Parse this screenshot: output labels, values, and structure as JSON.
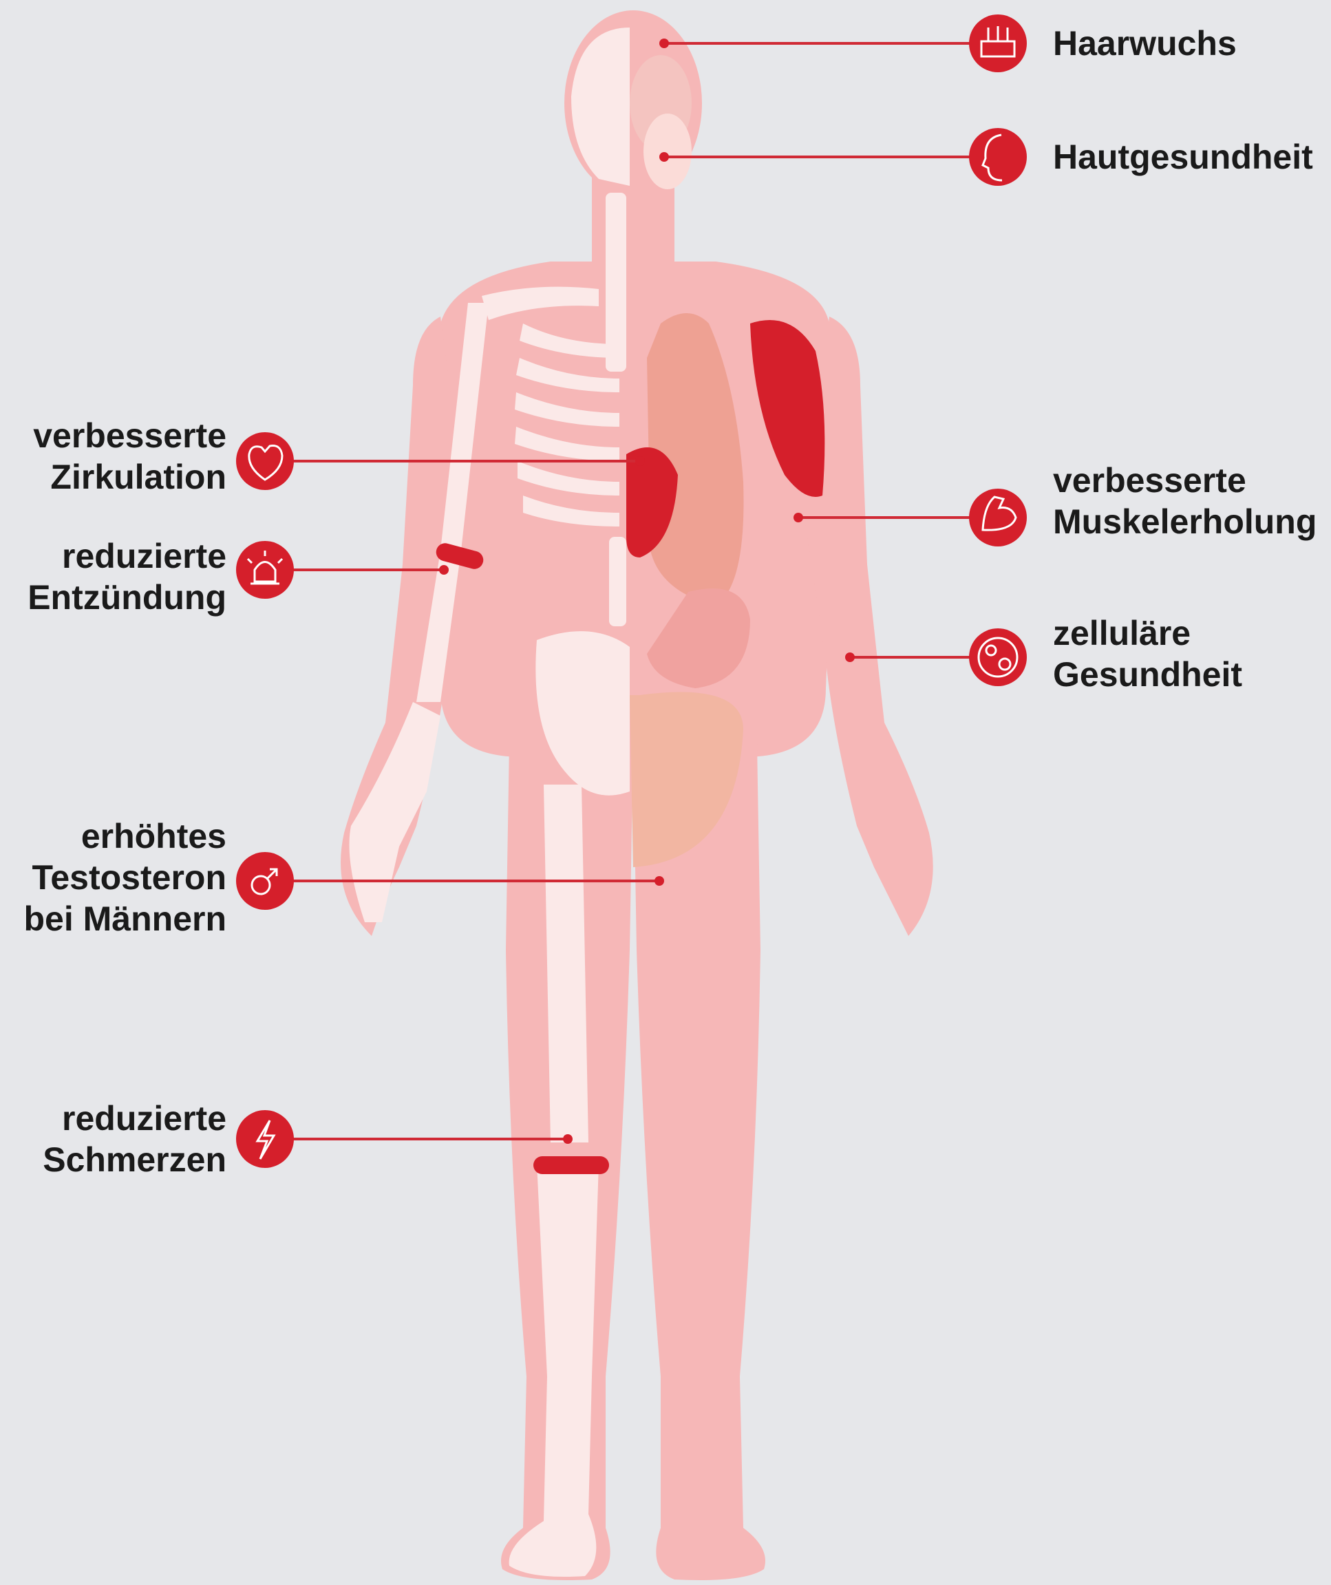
{
  "colors": {
    "background": "#e6e7ea",
    "body_skin": "#f6b7b7",
    "bone": "#fbe9e8",
    "accent_red": "#d51f2b",
    "organ": "#eea193",
    "text": "#1a1a1a"
  },
  "callouts": [
    {
      "id": "haarwuchs",
      "side": "right",
      "lines": [
        "Haarwuchs"
      ],
      "icon": "hair-follicle-icon"
    },
    {
      "id": "hautgesundheit",
      "side": "right",
      "lines": [
        "Hautgesundheit"
      ],
      "icon": "face-profile-icon"
    },
    {
      "id": "muskelerholung",
      "side": "right",
      "lines": [
        "verbesserte",
        "Muskelerholung"
      ],
      "icon": "flexed-arm-icon"
    },
    {
      "id": "zellulaere-gesundheit",
      "side": "right",
      "lines": [
        "zelluläre",
        "Gesundheit"
      ],
      "icon": "cells-icon"
    },
    {
      "id": "zirkulation",
      "side": "left",
      "lines": [
        "verbesserte",
        "Zirkulation"
      ],
      "icon": "heart-icon"
    },
    {
      "id": "entzuendung",
      "side": "left",
      "lines": [
        "reduzierte",
        "Entzündung"
      ],
      "icon": "alarm-light-icon"
    },
    {
      "id": "testosteron",
      "side": "left",
      "lines": [
        "erhöhtes",
        "Testosteron",
        "bei Männern"
      ],
      "icon": "male-symbol-icon"
    },
    {
      "id": "schmerzen",
      "side": "left",
      "lines": [
        "reduzierte",
        "Schmerzen"
      ],
      "icon": "lightning-bolt-icon"
    }
  ]
}
